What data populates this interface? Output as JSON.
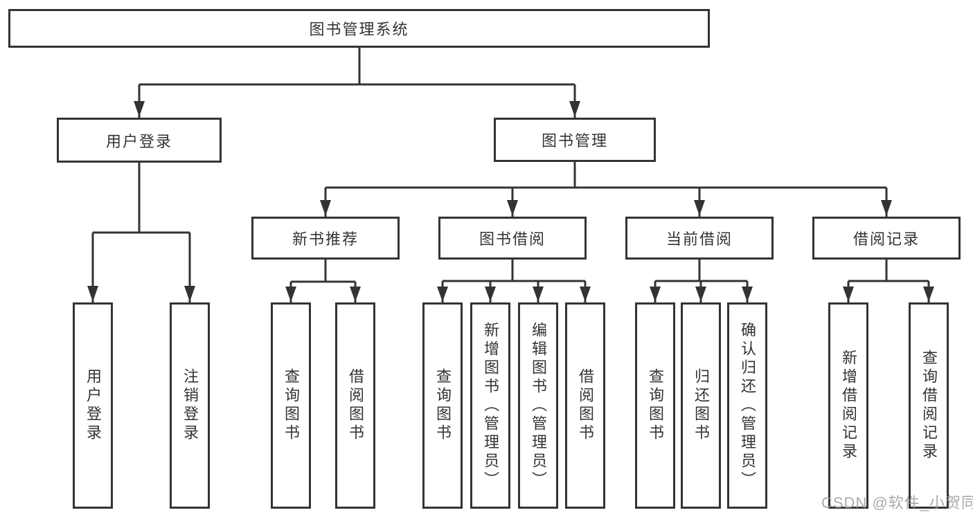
{
  "diagram": {
    "background": "#ffffff",
    "line_color": "#333333",
    "root": {
      "label": "图书管理系统",
      "children": [
        {
          "label": "用户登录",
          "children": [
            {
              "label": "用户登录"
            },
            {
              "label": "注销登录"
            }
          ]
        },
        {
          "label": "图书管理",
          "children": [
            {
              "label": "新书推荐",
              "children": [
                {
                  "label": "查询图书"
                },
                {
                  "label": "借阅图书"
                }
              ]
            },
            {
              "label": "图书借阅",
              "children": [
                {
                  "label": "查询图书"
                },
                {
                  "label": "新增图书（管理员）"
                },
                {
                  "label": "编辑图书（管理员）"
                },
                {
                  "label": "借阅图书"
                }
              ]
            },
            {
              "label": "当前借阅",
              "children": [
                {
                  "label": "查询图书"
                },
                {
                  "label": "归还图书"
                },
                {
                  "label": "确认归还（管理员）"
                }
              ]
            },
            {
              "label": "借阅记录",
              "children": [
                {
                  "label": "新增借阅记录"
                },
                {
                  "label": "查询借阅记录"
                }
              ]
            }
          ]
        }
      ]
    }
  },
  "watermark": "CSDN @软件_小贺同学"
}
